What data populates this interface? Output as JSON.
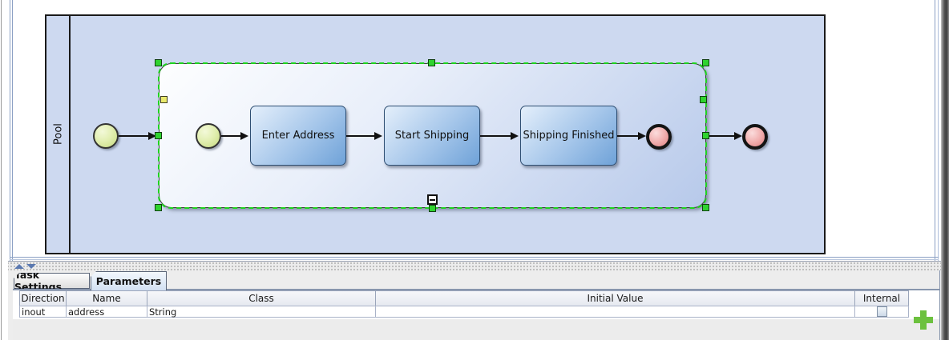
{
  "diagram": {
    "pool_label": "Pool",
    "tasks": [
      {
        "label": "Enter Address"
      },
      {
        "label": "Start Shipping"
      },
      {
        "label": "Shipping Finished"
      }
    ],
    "events": {
      "start_count": 2,
      "end_count": 2
    },
    "subprocess_selected": true
  },
  "panel": {
    "tabs": [
      {
        "label": "Task Settings",
        "selected": false
      },
      {
        "label": "Parameters",
        "selected": true
      }
    ],
    "table": {
      "columns": [
        "Direction",
        "Name",
        "Class",
        "Initial Value",
        "Internal"
      ],
      "rows": [
        {
          "direction": "inout",
          "name": "address",
          "class_name": "String",
          "initial_value": "",
          "internal_checked": false
        }
      ]
    }
  },
  "icons": {
    "add": "plus-icon",
    "remove": "minus-icon",
    "divider_up": "collapse-up-icon",
    "divider_down": "collapse-down-icon",
    "subprocess_collapse": "minus-icon"
  },
  "colors": {
    "selection_green": "#1ed41e",
    "handle_green": "#2fd32f",
    "handle_yellow": "#e9e96c",
    "button_green": "#6cc13e",
    "pool_fill": "#cdd9f0",
    "task_fill_top": "#e4effb",
    "task_fill_bottom": "#6fa2d8",
    "start_event_fill": "#d9e89c",
    "end_event_fill": "#ee9f9f"
  }
}
